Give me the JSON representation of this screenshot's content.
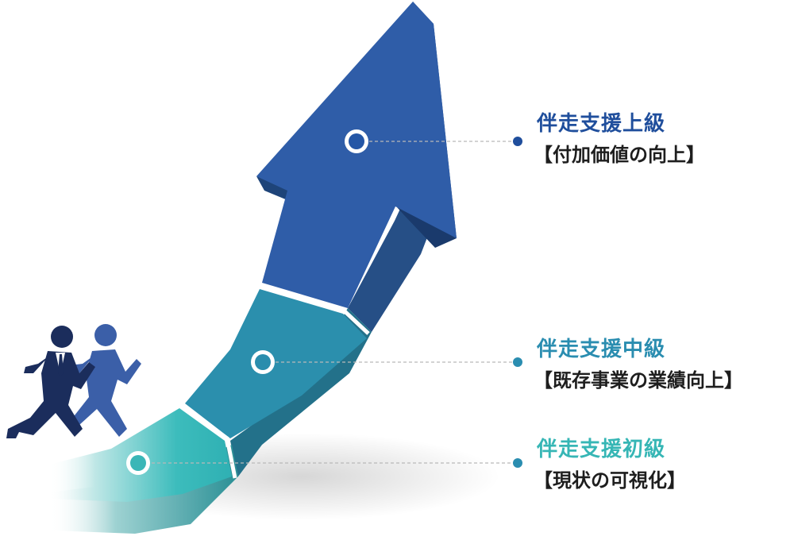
{
  "levels": [
    {
      "title": "伴走支援上級",
      "subtitle": "【付加価値の向上】",
      "color": "#1f4e9c"
    },
    {
      "title": "伴走支援中級",
      "subtitle": "【既存事業の業績向上】",
      "color": "#2a8db0"
    },
    {
      "title": "伴走支援初級",
      "subtitle": "【現状の可視化】",
      "color": "#36b6b5"
    }
  ],
  "icons": [
    "growth-arrow",
    "running-businessmen-icon"
  ]
}
